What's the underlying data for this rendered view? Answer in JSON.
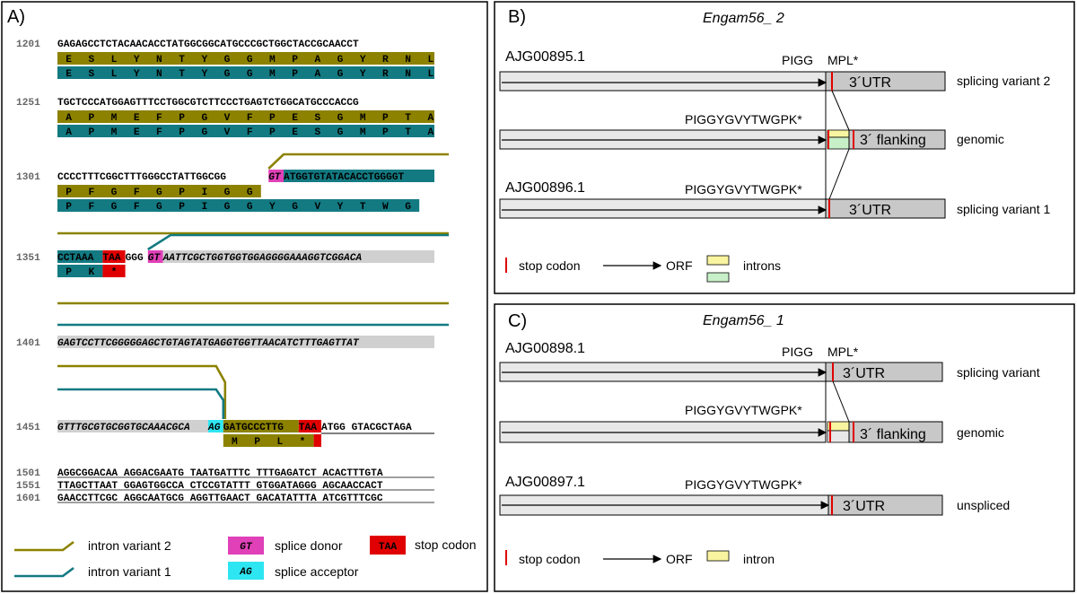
{
  "panelA": {
    "label": "A)",
    "rows": [
      {
        "num": "1201",
        "seq": "GAGAGCCTCTACAACACCTATGGCGGCATGCCCGCTGGCTACCGCAACCT",
        "aa2": [
          "E",
          "S",
          "L",
          "Y",
          "N",
          "T",
          "Y",
          "G",
          "G",
          "M",
          "P",
          "A",
          "G",
          "Y",
          "R",
          "N",
          "L"
        ],
        "aa1": [
          "E",
          "S",
          "L",
          "Y",
          "N",
          "T",
          "Y",
          "G",
          "G",
          "M",
          "P",
          "A",
          "G",
          "Y",
          "R",
          "N",
          "L"
        ]
      },
      {
        "num": "1251",
        "seq": "TGCTCCCATGGAGTTTCCTGGCGTCTTCCCTGAGTCTGGCATGCCCACCG",
        "aa2": [
          "A",
          "P",
          "M",
          "E",
          "F",
          "P",
          "G",
          "V",
          "F",
          "P",
          "E",
          "S",
          "G",
          "M",
          "P",
          "T",
          "A"
        ],
        "aa1": [
          "A",
          "P",
          "M",
          "E",
          "F",
          "P",
          "G",
          "V",
          "F",
          "P",
          "E",
          "S",
          "G",
          "M",
          "P",
          "T",
          "A"
        ]
      },
      {
        "num": "1301",
        "seq_a": "CCCCTTTCGGCTTTGGGCCTATTGGCGG",
        "seq_gt": "GT",
        "seq_b": "ATGGTGTATACACCTGGGGT",
        "aa2": [
          "P",
          "F",
          "G",
          "F",
          "G",
          "P",
          "I",
          "G",
          "G"
        ],
        "aa1": [
          "P",
          "F",
          "G",
          "F",
          "G",
          "P",
          "I",
          "G",
          "G",
          "Y",
          "G",
          "V",
          "Y",
          "T",
          "W",
          "G"
        ]
      },
      {
        "num": "1351",
        "seq_a": "CCTAAA",
        "seq_taa": "TAA",
        "seq_m": "GGG",
        "seq_gt": "GT",
        "seq_b": "AATTCGCTGGTGGTGGAGGGGAAAGGTCGGACA",
        "aa1": [
          "P",
          "K",
          "*"
        ]
      },
      {
        "num": "1401",
        "seq": "GAGTCCTTCGGGGGAGCTGTAGTATGAGGTGGTTAACATCTTTGAGTTAT"
      },
      {
        "num": "1451",
        "seq_a": "GTTTGCGTGCGGTGCAAACGCA",
        "seq_ag": "AG",
        "seq_b": "GATGCCCTTG",
        "seq_taa": "TAA",
        "seq_c": "ATGG GTACGCTAGA",
        "aa2": [
          "M",
          "P",
          "L",
          "*"
        ]
      },
      {
        "num": "1501",
        "seq": "AGGCGGACAA AGGACGAATG TAATGATTTC TTTGAGATCT ACACTTTGTA"
      },
      {
        "num": "1551",
        "seq": "TTAGCTTAAT GGAGTGGCCA CTCCGTATTT GTGGATAGGG AGCAACCACT"
      },
      {
        "num": "1601",
        "seq": "GAACCTTCGC AGGCAATGCG AGGTTGAACT GACATATTTA ATCGTTTCGC"
      }
    ],
    "legend": {
      "intron2": "intron variant 2",
      "intron1": "intron variant 1",
      "gt": "GT",
      "gt_label": "splice donor",
      "ag": "AG",
      "ag_label": "splice acceptor",
      "taa": "TAA",
      "taa_label": "stop codon"
    }
  },
  "panelB": {
    "label": "B)",
    "title": "Engam56_ 2",
    "acc1": "AJG00895.1",
    "pigg": "PIGG",
    "mpl": "MPL*",
    "utr": "3´UTR",
    "variant2": "splicing variant 2",
    "pep_genomic": "PIGGYGVYTWGPK*",
    "flanking": "3´ flanking",
    "genomic": "genomic",
    "acc2": "AJG00896.1",
    "pep_v1": "PIGGYGVYTWGPK*",
    "variant1": "splicing variant 1",
    "legend_stop": "stop codon",
    "legend_orf": "ORF",
    "legend_introns": "introns"
  },
  "panelC": {
    "label": "C)",
    "title": "Engam56_ 1",
    "acc1": "AJG00898.1",
    "pigg": "PIGG",
    "mpl": "MPL*",
    "utr": "3´UTR",
    "variant": "splicing variant",
    "pep_genomic": "PIGGYGVYTWGPK*",
    "flanking": "3´ flanking",
    "genomic": "genomic",
    "acc2": "AJG00897.1",
    "pep_unspliced": "PIGGYGVYTWGPK*",
    "unspliced": "unspliced",
    "legend_stop": "stop codon",
    "legend_orf": "ORF",
    "legend_intron": "intron"
  },
  "colors": {
    "olive": "#8c8200",
    "teal": "#137a82",
    "magenta": "#e040b8",
    "cyan": "#2ee6f2",
    "red": "#e00000",
    "grey_seq": "#d0d0d0",
    "bar_light": "#e8e8e8",
    "bar_dark": "#c8c8c8",
    "yellow": "#f8f4a0",
    "green": "#c8f0c8"
  }
}
